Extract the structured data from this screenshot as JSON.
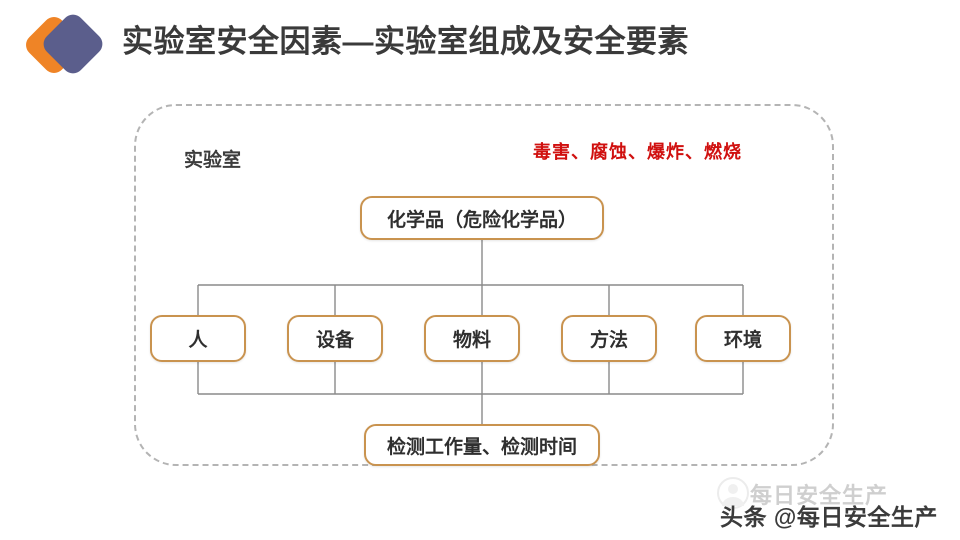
{
  "header": {
    "title": "实验室安全因素—实验室组成及安全要素",
    "logo_icon": "overlapping-diamonds-logo"
  },
  "diagram": {
    "container_label": "实验室",
    "hazard_note": "毒害、腐蚀、爆炸、燃烧",
    "top_node": "化学品（危险化学品）",
    "middle_nodes": [
      {
        "label": "人"
      },
      {
        "label": "设备"
      },
      {
        "label": "物料"
      },
      {
        "label": "方法"
      },
      {
        "label": "环境"
      }
    ],
    "bottom_node": "检测工作量、检测时间"
  },
  "footer": {
    "platform": "头条",
    "at_symbol": "@",
    "account": "每日安全生产",
    "ghost_text": "每日安全生产",
    "ghost_icon": "account-avatar-icon"
  },
  "colors": {
    "node_border": "#c9934f",
    "container_border": "#b4b4b4",
    "hazard_red": "#d0100f",
    "title_gray": "#3a3a3a",
    "logo_orange": "#ef8426",
    "logo_purple": "#5b5e8c",
    "connector_gray": "#8a8a8a"
  },
  "chart_data": {
    "type": "diagram",
    "title": "实验室组成及安全要素",
    "root": "化学品（危险化学品）",
    "branches": [
      "人",
      "设备",
      "物料",
      "方法",
      "环境"
    ],
    "sink": "检测工作量、检测时间",
    "annotation": "毒害、腐蚀、爆炸、燃烧",
    "boundary_label": "实验室"
  }
}
